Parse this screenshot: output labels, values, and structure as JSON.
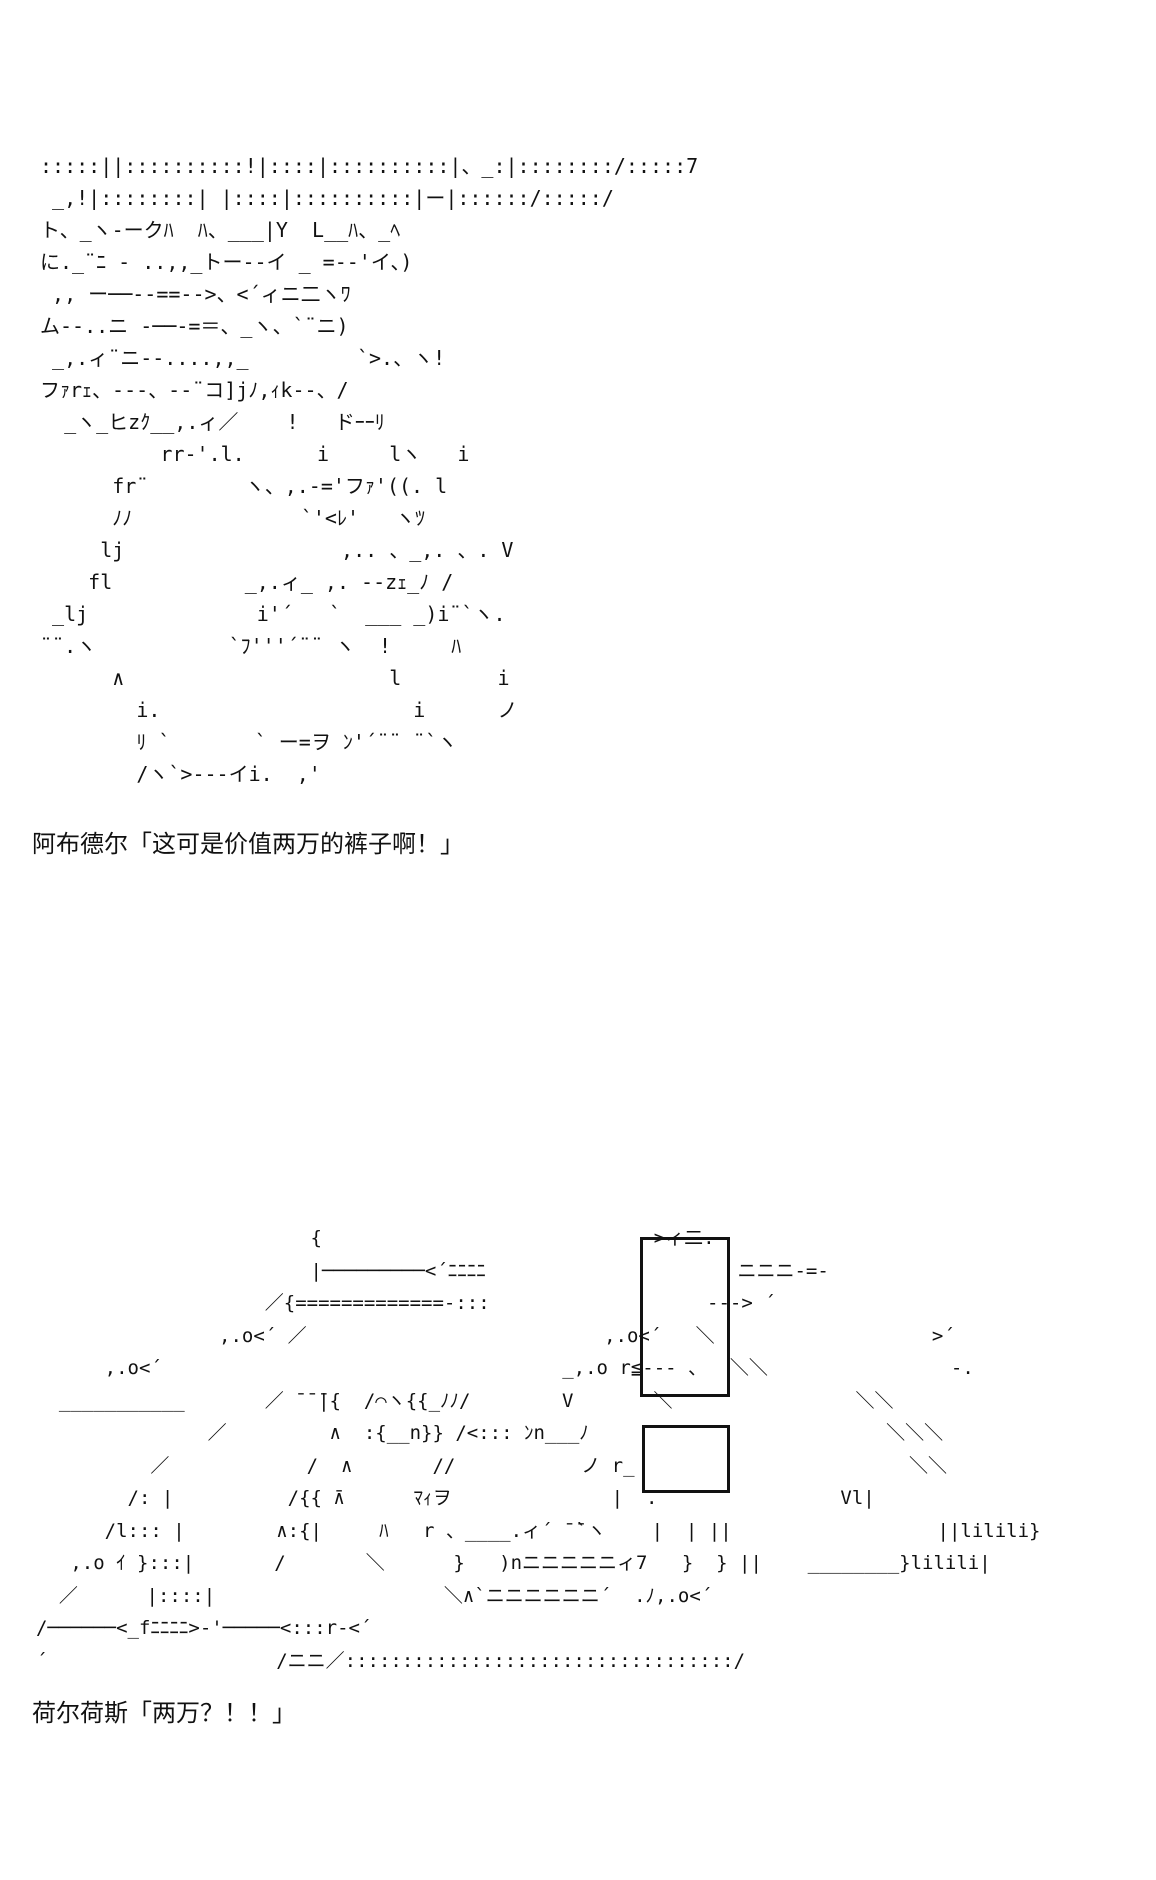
{
  "panels": [
    {
      "art_lines": [
        ":::::||::::::::::!|::::|::::::::::|、_:|::::::::/:::::7",
        " _,!|::::::::| |::::|::::::::::|ー|::::::/:::::/",
        "ト、_ヽ-ークﾊ  ﾊ、___|Y  L__ﾊ、_ﾍ",
        "に._¨ﾆ - ..,,_トー--イ _ =--'イ、)",
        " ,, ー──--==-->、<´ィニ二ヽﾜ",
        "ム--..ニ -──-=＝、_ヽ、`¨ニ)",
        " _,.ィ¨ニ--....,,_         `>.、ヽ!",
        "フｧrｪ、---、--¨コ]jﾉ,ｨk--、/",
        "  _ヽ_ヒzｸ__,.ィ／    !   ドｰｰﾘ",
        "          rr-'.l.      i     lヽ   i",
        "      fr¨        ヽ、,.-='フｧ'((. l",
        "      ﾉﾉ              `'<ﾚ'   ヽﾂ",
        "     lj                  ,.. 、_,. 、. V",
        "    fl           _,.ィ_ ,. --zｪ_ﾉ /",
        " _lj              i'´   `  ___ _)i¨`ヽ.",
        "¨¨.ヽ           `ﾌ'''´¨¨ ヽ  !     ﾊ",
        "      ∧                      l        i",
        "        i.                     i      ノ",
        "        ﾘ `       ` ー=ヲ ﾝ'´¨¨ ¨`ヽ",
        "        /ヽ`>---イi.  ,'"
      ],
      "caption": "阿布德尔「这可是价值两万的裤子啊！」"
    },
    {
      "art_lines": [
        "                        {                             >ィ二.",
        "                        |─────────<´ﾆﾆﾆﾆ                      ニニニ-=-",
        "                    ／{=============-:::                   ---> ´",
        "                ,.o<´ ／                          ,.o<´   ＼                   >´",
        "      ,.o<´                                   _,.o r≦--- 、  ＼＼                -.",
        "  ___________       ／ ̄ ̄ ̄|{  /⌒ヽ{{_ﾉﾉ/        V       ＼                ＼＼",
        "               ／         ∧  :{__n}} /<::: ﾝn___ﾉ                          ＼＼＼",
        "          ／            /  ∧       //           ノ r_                        ＼＼",
        "        /: |          /{{ ̄∧      ﾏｨヲ              |  .                Vl|",
        "      /l::: |        ∧:{|     ﾊ   r 、____.ィ´ ̄ ̄`ヽ    |  | ||                  ||lilili}",
        "   ,.o ｲ }:::|       /       ＼      }   )nニニニニニィ7   }  } ||    ________}lilili|",
        "  ／      |::::|                    ＼∧`ニニニニニニ´  .ﾉ,.o<´",
        "/──────<_fﾆﾆﾆﾆ>-'─────<:::r-<´",
        "´                    /ニニ／::::::::::::::::::::::::::::::::::/"
      ],
      "caption": "荷尔荷斯「两万？！！」"
    }
  ]
}
